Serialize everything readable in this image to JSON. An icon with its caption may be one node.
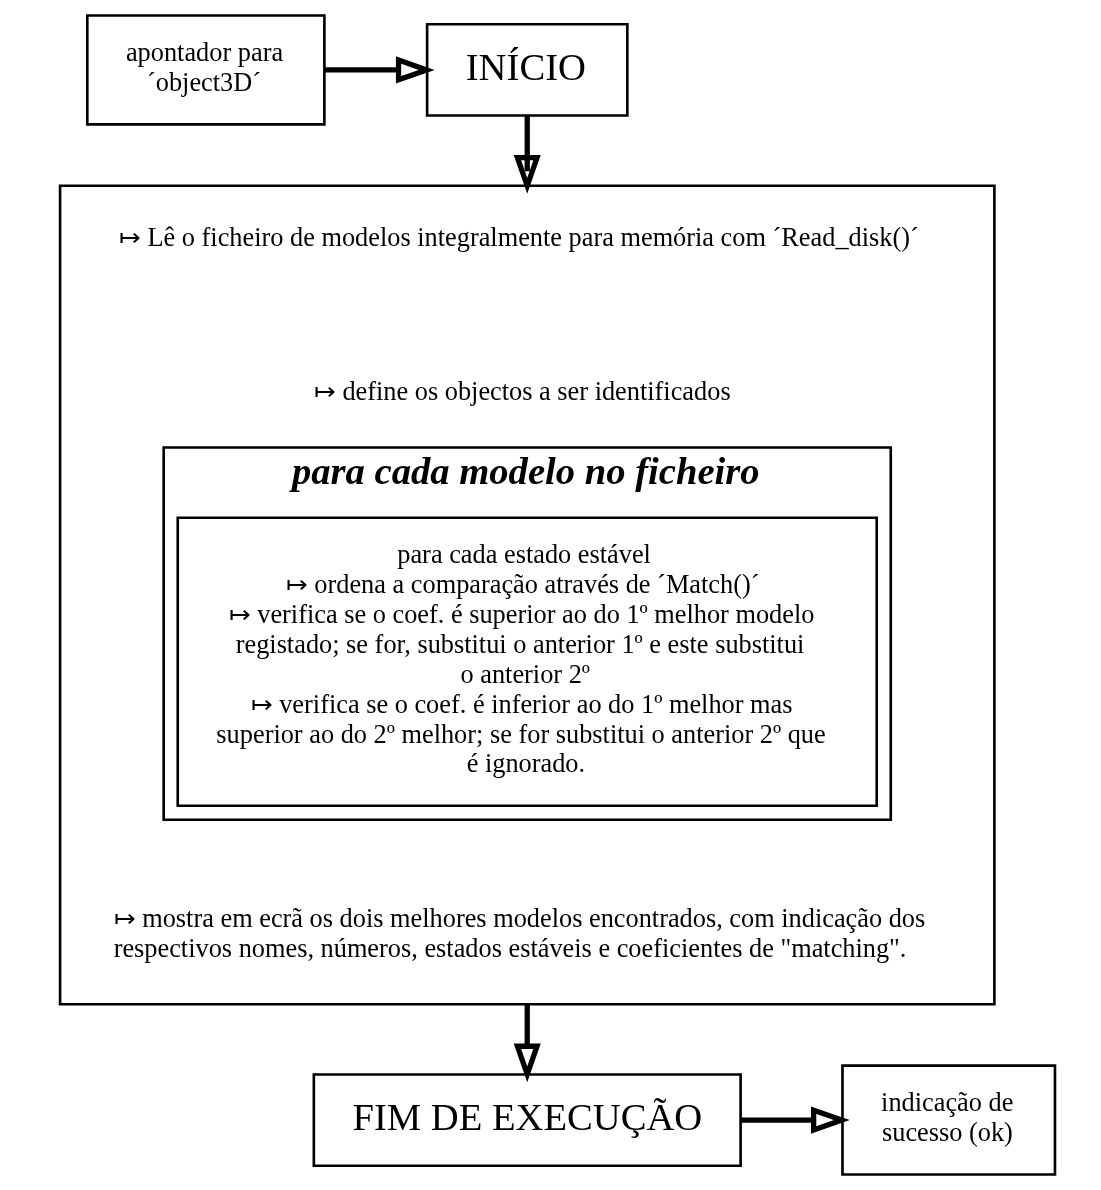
{
  "diagram": {
    "nodes": [
      {
        "text": [
          "apontador para ´object3D´"
        ]
      },
      {
        "text": [
          "INÍCIO"
        ]
      },
      {
        "text": [
          "↦ Lê o ficheiro de modelos integralmente para memória com ´Read_disk()´",
          "↦ define os objectos a ser identificados",
          "↦ mostra em ecrã os dois melhores modelos encontrados, com indicação dos respectivos nomes, números, estados estáveis e coeficientes de \"matching\"."
        ]
      },
      {
        "text": [
          "para cada modelo no ficheiro"
        ],
        "in": 2
      },
      {
        "text": [
          "para cada estado estável",
          "↦ ordena a comparação através de ´Match()´",
          "↦ verifica se o coef. é superior ao do 1º melhor modelo registado; se for, substitui o anterior 1º e este substitui o anterior 2º",
          "↦ verifica se o coef. é inferior ao do 1º melhor mas superior ao do 2º melhor; se for substitui o anterior 2º que é ignorado."
        ],
        "in": 3
      },
      {
        "text": [
          "FIM DE EXECUÇÃO"
        ]
      },
      {
        "text": [
          "indicação de sucesso (ok)"
        ]
      }
    ],
    "edges": [
      {
        "from": 0,
        "to": 1,
        "arrow": "to"
      },
      {
        "from": 1,
        "to": 2,
        "arrow": "to"
      },
      {
        "from": 2,
        "to": 5,
        "arrow": "to"
      },
      {
        "from": 5,
        "to": 6,
        "arrow": "to"
      }
    ]
  }
}
